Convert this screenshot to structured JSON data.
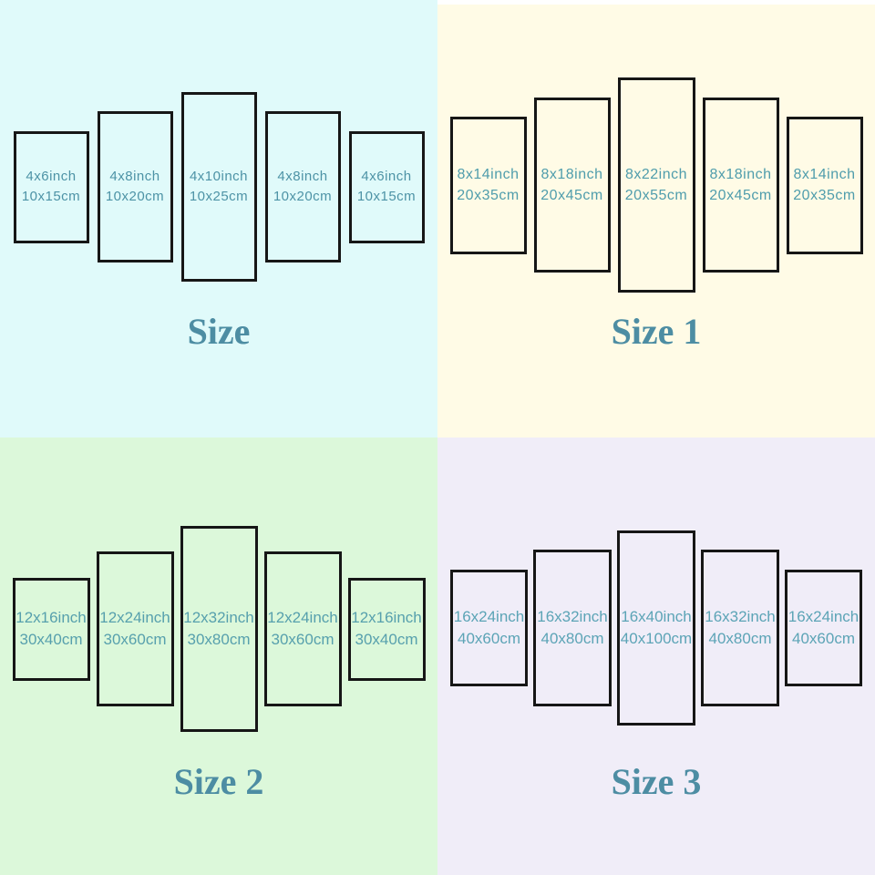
{
  "colors": {
    "q0_bg": "#e0fafa",
    "q1_bg": "#fffbe6",
    "q2_bg": "#dcf8da",
    "q3_bg": "#f0edf8",
    "q0_label": "#4d93a6",
    "q1_label": "#4f9dac",
    "q2_label": "#57a0ad",
    "q3_label": "#5ca4b6",
    "title": "#4d8da3",
    "panel_border": "#161616",
    "edge_strip": "#ffffff"
  },
  "quadrants": [
    {
      "title": "Size",
      "panels": [
        {
          "inch": "4x6inch",
          "cm": "10x15cm"
        },
        {
          "inch": "4x8inch",
          "cm": "10x20cm"
        },
        {
          "inch": "4x10inch",
          "cm": "10x25cm"
        },
        {
          "inch": "4x8inch",
          "cm": "10x20cm"
        },
        {
          "inch": "4x6inch",
          "cm": "10x15cm"
        }
      ]
    },
    {
      "title": "Size 1",
      "panels": [
        {
          "inch": "8x14inch",
          "cm": "20x35cm"
        },
        {
          "inch": "8x18inch",
          "cm": "20x45cm"
        },
        {
          "inch": "8x22inch",
          "cm": "20x55cm"
        },
        {
          "inch": "8x18inch",
          "cm": "20x45cm"
        },
        {
          "inch": "8x14inch",
          "cm": "20x35cm"
        }
      ]
    },
    {
      "title": "Size 2",
      "panels": [
        {
          "inch": "12x16inch",
          "cm": "30x40cm"
        },
        {
          "inch": "12x24inch",
          "cm": "30x60cm"
        },
        {
          "inch": "12x32inch",
          "cm": "30x80cm"
        },
        {
          "inch": "12x24inch",
          "cm": "30x60cm"
        },
        {
          "inch": "12x16inch",
          "cm": "30x40cm"
        }
      ]
    },
    {
      "title": "Size 3",
      "panels": [
        {
          "inch": "16x24inch",
          "cm": "40x60cm"
        },
        {
          "inch": "16x32inch",
          "cm": "40x80cm"
        },
        {
          "inch": "16x40inch",
          "cm": "40x100cm"
        },
        {
          "inch": "16x32inch",
          "cm": "40x80cm"
        },
        {
          "inch": "16x24inch",
          "cm": "40x60cm"
        }
      ]
    }
  ]
}
